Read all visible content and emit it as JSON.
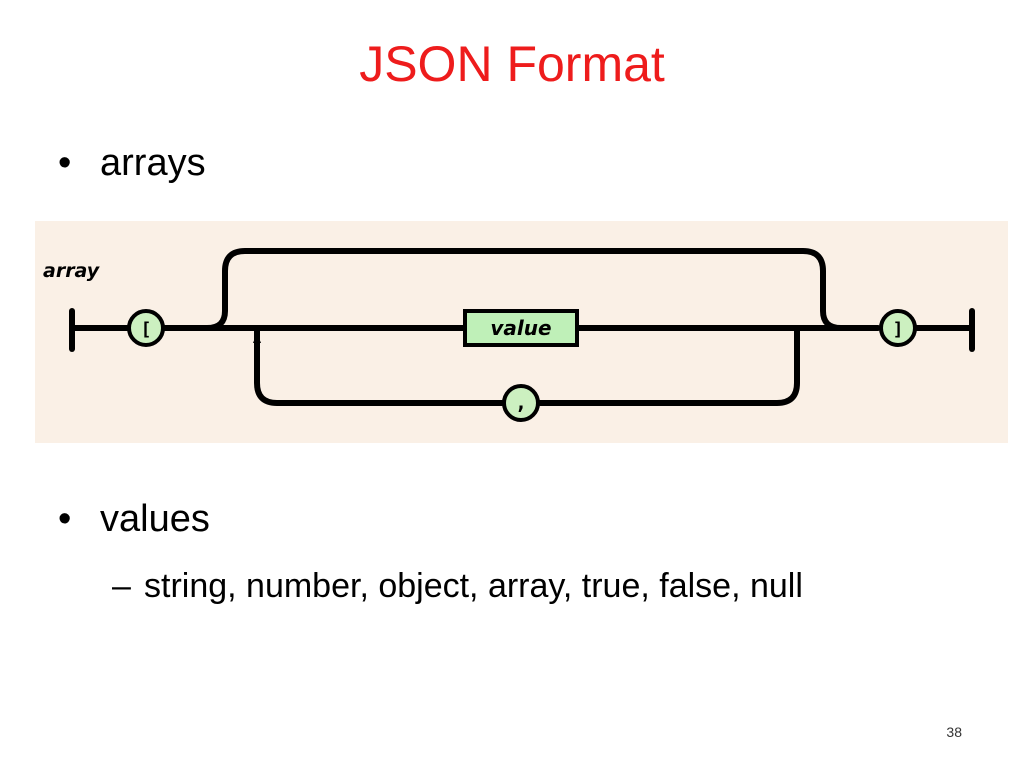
{
  "slide": {
    "title": "JSON Format",
    "page_number": "38"
  },
  "bullets": [
    {
      "text": "arrays"
    },
    {
      "text": "values",
      "sub": "string, number, object, array, true, false, null"
    }
  ],
  "diagram": {
    "name_label": "array",
    "open_bracket": "[",
    "close_bracket": "]",
    "value_label": "value",
    "separator": ",",
    "colors": {
      "background": "#faf0e6",
      "terminal_fill": "#ccf0c0",
      "value_fill": "#bff0b8",
      "stroke": "#000000"
    }
  }
}
